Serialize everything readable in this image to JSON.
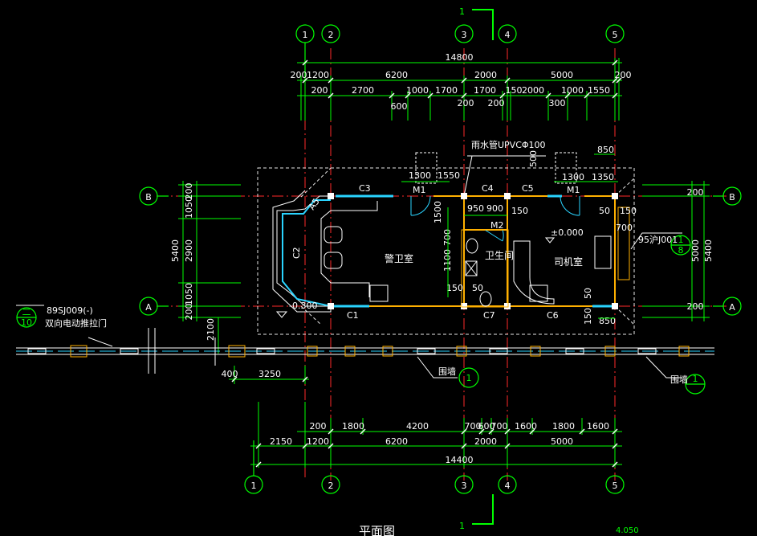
{
  "drawing": {
    "title": "平面图",
    "scale_note": "4.050",
    "section_mark": "1",
    "axes_h": [
      "1",
      "2",
      "3",
      "4",
      "5"
    ],
    "axes_v": [
      "B",
      "A"
    ],
    "colors": {
      "background": "#000000",
      "axis_line": "#ff2a2a",
      "dimension": "#00ff00",
      "wall_cyan": "#2ad4ff",
      "wall_orange": "#ffb000",
      "text": "#ffffff"
    },
    "dims_top": {
      "total": "14800",
      "row1": [
        "200",
        "1200",
        "6200",
        "2000",
        "5000",
        "200"
      ],
      "row2": [
        "200",
        "2700",
        "1000",
        "1700",
        "1700",
        "150",
        "2000",
        "1000",
        "1550"
      ],
      "row3": [
        "600",
        "200",
        "200",
        "300"
      ]
    },
    "dims_bottom": {
      "total": "14400",
      "row1": [
        "200",
        "1800",
        "4200",
        "700",
        "600",
        "700",
        "1600",
        "1800",
        "1600"
      ],
      "row2": [
        "2150",
        "1200",
        "6200",
        "2000",
        "5000"
      ],
      "gate": [
        "400",
        "3250"
      ]
    },
    "dims_left": [
      "200",
      "1050",
      "5400",
      "2900",
      "1050",
      "200",
      "2100"
    ],
    "dims_right": [
      "200",
      "5000",
      "5400",
      "200"
    ],
    "dims_misc": [
      "850",
      "500",
      "1300",
      "1550",
      "1300",
      "1350",
      "950",
      "900",
      "150",
      "1500",
      "700",
      "1100",
      "150",
      "50",
      "50",
      "150",
      "700",
      "50",
      "150",
      "850"
    ],
    "rooms": {
      "guard": "警卫室",
      "toilet": "卫生间",
      "driver": "司机室"
    },
    "labels": {
      "pipe": "雨水管UPVCΦ100",
      "level_in": "±0.000",
      "level_out": "-0.300",
      "gate_ref": "89SJ009(-)",
      "gate_desc": "双向电动推拉门",
      "gate_circle_num": "二",
      "gate_circle_den": "10",
      "wall_ref": "95沪J001",
      "wall_circle_num": "1",
      "wall_circle_den": "8",
      "fence1": "围墙",
      "fence2": "围墙",
      "fence_circle": "1"
    },
    "windows": [
      "C3",
      "C4",
      "C5",
      "C2",
      "C1",
      "C7",
      "C6",
      "A5"
    ],
    "doors": [
      "M1",
      "M1",
      "M2"
    ]
  }
}
